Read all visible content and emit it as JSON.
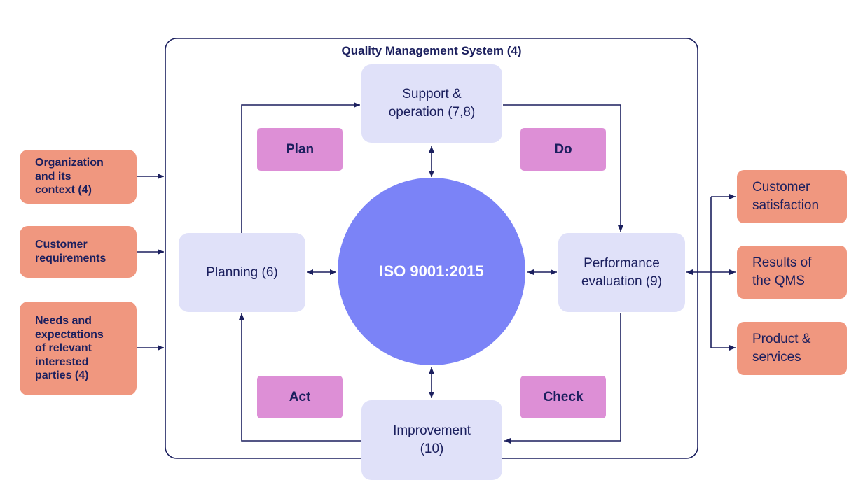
{
  "system": {
    "title": "Quality Management System (4)"
  },
  "center": {
    "label": "ISO 9001:2015"
  },
  "phases": {
    "support": "Support &\noperation (7,8)",
    "planning": "Planning (6)",
    "performance": "Performance\nevaluation (9)",
    "improvement": "Improvement\n(10)"
  },
  "cycle": {
    "plan": "Plan",
    "do": "Do",
    "act": "Act",
    "check": "Check"
  },
  "inputs": [
    "Organization\nand its\ncontext (4)",
    "Customer\nrequirements",
    "Needs and\nexpectations\nof relevant\ninterested\nparties (4)"
  ],
  "outputs": [
    "Customer\nsatisfaction",
    "Results of\nthe QMS",
    "Product &\nservices"
  ],
  "colors": {
    "line": "#1b1f5e",
    "phase_fill": "#e0e1f9",
    "cycle_fill": "#dd8fd6",
    "io_fill": "#f0977f",
    "circle_fill": "#7b83f7"
  }
}
